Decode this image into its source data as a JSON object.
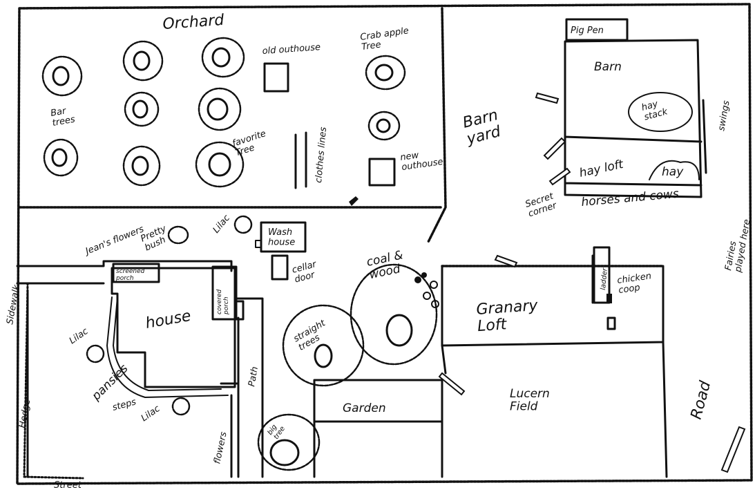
{
  "labels": {
    "orchard": "Orchard",
    "old_outhouse": "old outhouse",
    "crab_apple_tree": "Crab apple\nTree",
    "bar_trees": "Bar\ntrees",
    "favorite_tree": "favorite\nTree",
    "clothes_lines": "clothes lines",
    "new_outhouse": "new\nouthouse",
    "barn_yard": "Barn\nyard",
    "pig_pen": "Pig Pen",
    "barn": "Barn",
    "hay_stack": "hay\nstack",
    "swings": "swings",
    "hay_loft": "hay loft",
    "hay": "hay",
    "secret_corner": "Secret\ncorner",
    "horses_and_cows": "horses and cows",
    "fairies_played_here": "Fairies\nplayed here",
    "road": "Road",
    "jeans_flowers": "Jean's flowers",
    "pretty_bush": "Pretty\nbush",
    "lilac_top": "Lilac",
    "wash_house": "Wash\nhouse",
    "cellar_door": "cellar\ndoor",
    "coal_wood": "coal &\nwood",
    "screened_porch": "screened\nporch",
    "covered_porch": "covered\nporch",
    "house": "house",
    "sidewalk": "Sidewalk",
    "lilac_left": "Lilac",
    "pansies": "pansies",
    "steps": "steps",
    "lilac_bottom": "Lilac",
    "hedge": "Hedge",
    "flowers": "flowers",
    "path": "Path",
    "straight_trees": "straight\ntrees",
    "granary_loft": "Granary\nLoft",
    "ladder": "ladder",
    "chicken_coop": "chicken\ncoop",
    "lucern_field": "Lucern\nField",
    "garden": "Garden",
    "big_tree": "big\ntree",
    "street": "Street"
  },
  "colors": {
    "ink": "#111111",
    "paper": "#ffffff"
  }
}
